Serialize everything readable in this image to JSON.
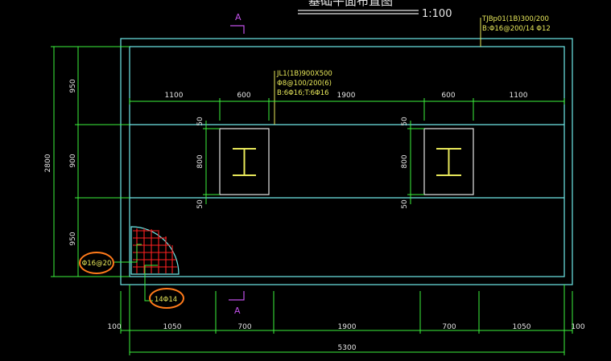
{
  "title": {
    "text": "基础平面布置图",
    "scale": "1:100"
  },
  "section_mark": {
    "label": "A"
  },
  "beam_tags": {
    "top_right": {
      "line1": "TJBp01(1B)300/200",
      "line2": "B:Φ16@200/14 Φ12"
    },
    "center": {
      "line1": "JL1(1B)900X500",
      "line2": "Φ8@100/200(6)",
      "line3": "B:6Φ16;T:6Φ16"
    }
  },
  "rebar_labels": {
    "left": "Φ16@20",
    "bottom": "14Φ14"
  },
  "dims_top": [
    "1100",
    "600",
    "1900",
    "600",
    "1100"
  ],
  "dims_left_outer": [
    "950",
    "900",
    "950"
  ],
  "dims_left_total": "2800",
  "dims_col": {
    "offset": "50",
    "height": "800"
  },
  "dims_bottom": [
    "100",
    "1050",
    "700",
    "1900",
    "700",
    "1050",
    "100"
  ],
  "dims_bottom_total": "5300",
  "colors": {
    "outline": "#6fe8e8",
    "dim": "#3cf23c",
    "text": "#e8e85a",
    "rebar": "#ff2020",
    "mark": "#c050e8",
    "highlight": "#ff7a1a",
    "white": "#e6e6e6"
  }
}
